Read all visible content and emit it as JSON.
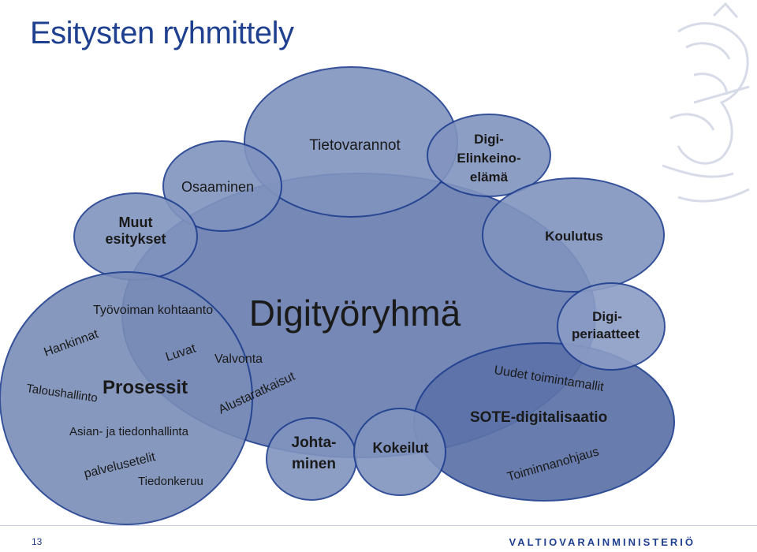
{
  "title": "Esitysten ryhmittely",
  "center_label": "Digityöryhmä",
  "bubbles": {
    "osaaminen": "Osaaminen",
    "tietovarannot": "Tietovarannot",
    "digi_line1": "Digi-",
    "digi_line2": "Elinkeino-",
    "digi_line3": "elämä",
    "muut_line1": "Muut",
    "muut_line2": "esitykset",
    "koulutus": "Koulutus",
    "digiperiaatteet_line1": "Digi-",
    "digiperiaatteet_line2": "periaatteet",
    "johtaminen_line1": "Johta-",
    "johtaminen_line2": "minen",
    "kokeilut": "Kokeilut"
  },
  "prosessit": {
    "heading": "Prosessit",
    "tyovoiman": "Työvoiman kohtaanto",
    "hankinnat": "Hankinnat",
    "luvat": "Luvat",
    "valvonta": "Valvonta",
    "taloushallinto": "Taloushallinto",
    "alustaratkaisut": "Alustaratkaisut",
    "asian": "Asian- ja tiedonhallinta",
    "palvelusetelit": "palvelusetelit",
    "tiedonkeruu": "Tiedonkeruu"
  },
  "sote": {
    "heading": "SOTE-digitalisaatio",
    "uudet": "Uudet toimintamallit",
    "toiminnanohjaus": "Toiminnanohjaus"
  },
  "colors": {
    "bubble_fill": "#7a8db8",
    "bubble_stroke": "#1f3f8f",
    "big_fill": "#5e74a8",
    "title": "#1f3f8f",
    "text": "#1a1a1a"
  },
  "footer": {
    "page_number": "13",
    "organization": "VALTIOVARAINMINISTERIÖ"
  }
}
